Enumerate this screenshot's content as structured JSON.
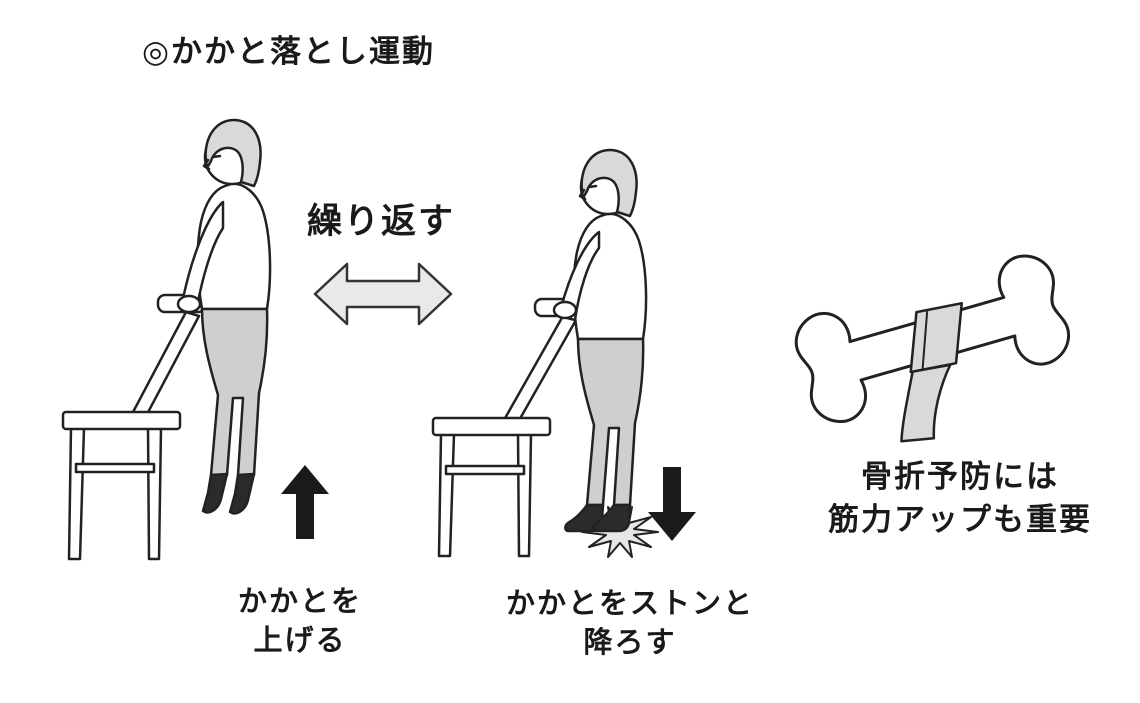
{
  "title": "◎かかと落とし運動",
  "repeat": {
    "label": "繰り返す",
    "arrow_icon": "double-headed-arrow"
  },
  "steps": {
    "raise": {
      "caption_line1": "かかとを",
      "caption_line2": "上げる",
      "arrow_icon": "up-arrow"
    },
    "drop": {
      "caption_line1": "かかとをストンと",
      "caption_line2": "降ろす",
      "arrow_icon": "down-arrow",
      "impact_icon": "impact-burst"
    }
  },
  "bone_note": {
    "line1": "骨折予防には",
    "line2": "筋力アップも重要",
    "illustration_icon": "bone-with-band"
  },
  "colors": {
    "ink": "#1a1a1a",
    "outline": "#222222",
    "hair_gray": "#d9d9d9",
    "pants_gray": "#cfcfcf",
    "sock_dark": "#2b2b2b",
    "band_gray": "#d9d9d9",
    "arrow_fill": "#e9e9e9",
    "star_fill": "#e6e6e6",
    "background": "#ffffff"
  }
}
